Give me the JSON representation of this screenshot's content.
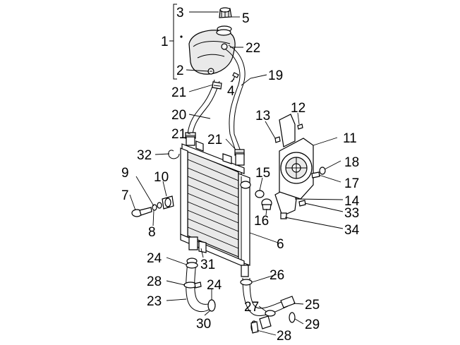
{
  "colors": {
    "line": "#000000",
    "background": "#ffffff",
    "shade": "#e9e9e9"
  },
  "callouts": [
    {
      "id": "c3",
      "text": "3"
    },
    {
      "id": "c5",
      "text": "5"
    },
    {
      "id": "c1",
      "text": "1"
    },
    {
      "id": "c22",
      "text": "22"
    },
    {
      "id": "c2",
      "text": "2"
    },
    {
      "id": "c19",
      "text": "19"
    },
    {
      "id": "c4",
      "text": "4"
    },
    {
      "id": "c21a",
      "text": "21"
    },
    {
      "id": "c12",
      "text": "12"
    },
    {
      "id": "c20",
      "text": "20"
    },
    {
      "id": "c13",
      "text": "13"
    },
    {
      "id": "c11",
      "text": "11"
    },
    {
      "id": "c21b",
      "text": "21"
    },
    {
      "id": "c21c",
      "text": "21"
    },
    {
      "id": "c32",
      "text": "32"
    },
    {
      "id": "c18",
      "text": "18"
    },
    {
      "id": "c9",
      "text": "9"
    },
    {
      "id": "c10",
      "text": "10"
    },
    {
      "id": "c15",
      "text": "15"
    },
    {
      "id": "c17",
      "text": "17"
    },
    {
      "id": "c7",
      "text": "7"
    },
    {
      "id": "c14",
      "text": "14"
    },
    {
      "id": "c33",
      "text": "33"
    },
    {
      "id": "c16",
      "text": "16"
    },
    {
      "id": "c8",
      "text": "8"
    },
    {
      "id": "c34",
      "text": "34"
    },
    {
      "id": "c6",
      "text": "6"
    },
    {
      "id": "c24a",
      "text": "24"
    },
    {
      "id": "c31",
      "text": "31"
    },
    {
      "id": "c26",
      "text": "26"
    },
    {
      "id": "c28a",
      "text": "28"
    },
    {
      "id": "c24b",
      "text": "24"
    },
    {
      "id": "c23",
      "text": "23"
    },
    {
      "id": "c27",
      "text": "27"
    },
    {
      "id": "c25",
      "text": "25"
    },
    {
      "id": "c30",
      "text": "30"
    },
    {
      "id": "c29",
      "text": "29"
    },
    {
      "id": "c28b",
      "text": "28"
    }
  ]
}
